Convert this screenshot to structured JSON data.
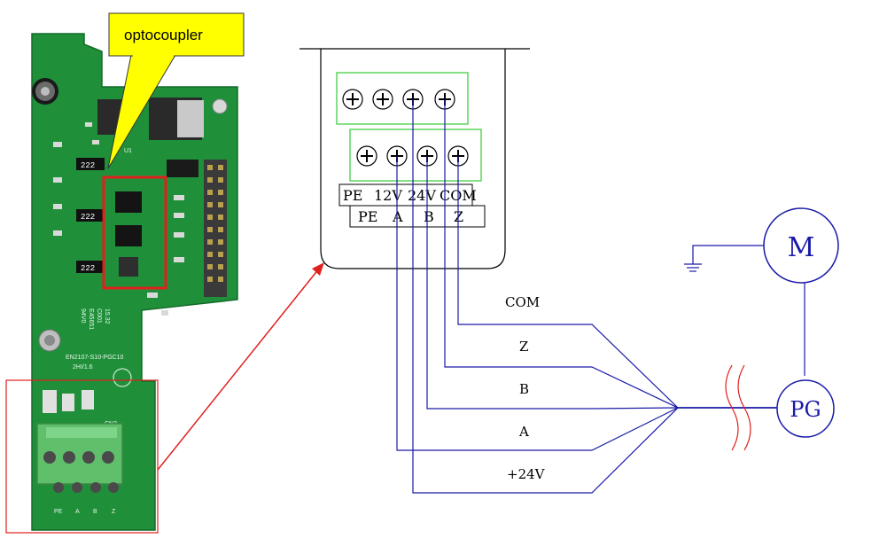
{
  "callout": {
    "label": "optocoupler"
  },
  "terminal_rows": {
    "top": [
      "PE",
      "12V",
      "24V",
      "COM"
    ],
    "bottom": [
      "PE",
      "A",
      "B",
      "Z"
    ]
  },
  "board_connector_labels": [
    "PE",
    "A",
    "B",
    "Z"
  ],
  "board_markings": {
    "chip_labels": [
      "222",
      "222",
      "222"
    ],
    "cert_text": [
      "94V0",
      "E45651",
      "C001",
      "15.32"
    ],
    "part_no": [
      "EN2107-S10-PGC10",
      "2HI/1.6"
    ],
    "connector_ref": "CN2",
    "ic_ref": "U1"
  },
  "wires": [
    {
      "label": "COM"
    },
    {
      "label": "Z"
    },
    {
      "label": "B"
    },
    {
      "label": "A"
    },
    {
      "label": "+24V"
    }
  ],
  "motor": {
    "label": "M"
  },
  "encoder": {
    "label": "PG"
  },
  "colors": {
    "pcb": "#1f8f3a",
    "wire": "#1a1aa8",
    "highlight_red": "#e0201c",
    "callout_yellow": "#ffff00",
    "terminal_frame_green": "#33cc33"
  }
}
